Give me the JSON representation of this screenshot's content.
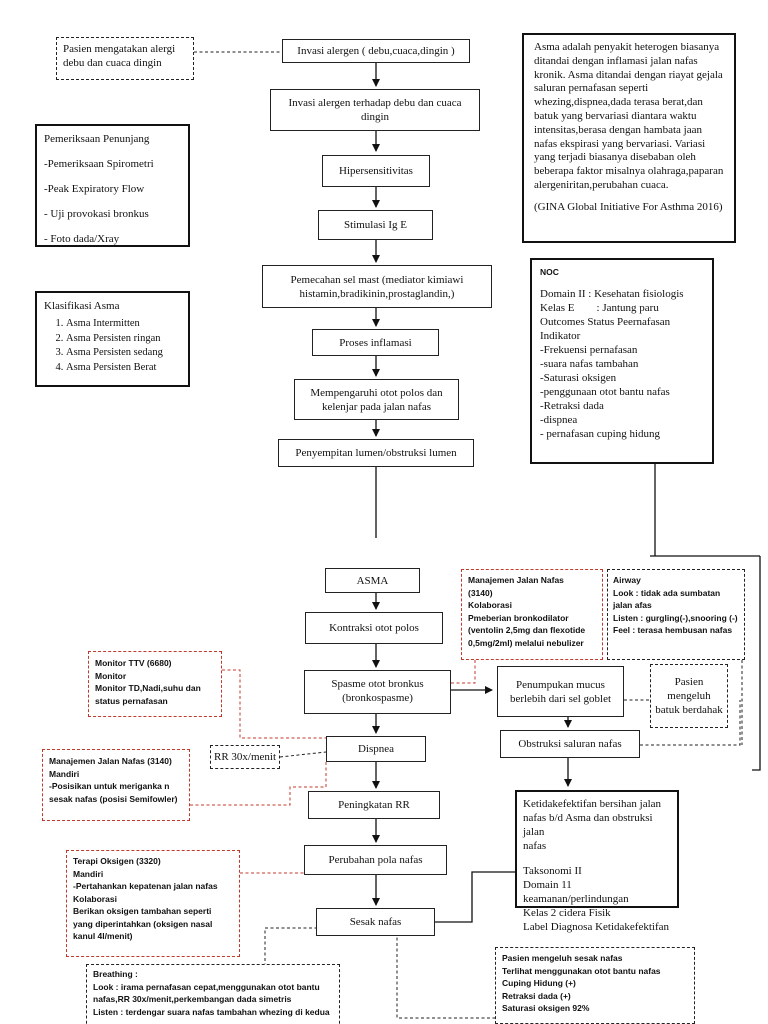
{
  "flow": {
    "invasi": "Invasi alergen ( debu,cuaca,dingin )",
    "invasi_terhadap": "Invasi alergen terhadap debu dan cuaca dingin",
    "hipersensitivitas": "Hipersensitivitas",
    "stimulasi": "Stimulasi Ig E",
    "pemecahan": "Pemecahan sel mast (mediator kimiawi histamin,bradikinin,prostaglandin,)",
    "inflamasi": "Proses inflamasi",
    "mempengaruhi": "Mempengaruhi otot polos dan kelenjar pada  jalan nafas",
    "penyempitan": "Penyempitan lumen/obstruksi lumen",
    "asma": "ASMA",
    "kontraksi": "Kontraksi otot polos",
    "spasme_1": "Spasme otot bronkus",
    "spasme_2": "(bronkospasme)",
    "dispnea": "Dispnea",
    "peningkatan": "Peningkatan RR",
    "perubahan": "Perubahan pola nafas",
    "sesak": "Sesak nafas",
    "penumpukan": "Penumpukan mucus berlebih dari sel goblet",
    "obstruksi": "Obstruksi saluran nafas"
  },
  "pasien_alergi": "Pasien mengatakan alergi debu dan cuaca dingin",
  "pemeriksaan": {
    "title": "Pemeriksaan Penunjang",
    "items": [
      "-Pemeriksaan Spirometri",
      "-Peak Expiratory Flow",
      "- Uji provokasi bronkus",
      "- Foto dada/Xray"
    ]
  },
  "klasifikasi": {
    "title": "Klasifikasi Asma",
    "items": [
      "Asma Intermitten",
      "Asma Persisten ringan",
      "Asma Persisten sedang",
      "Asma Persisten Berat"
    ]
  },
  "definisi": {
    "text": "Asma adalah penyakit heterogen biasanya ditandai dengan inflamasi jalan nafas kronik. Asma ditandai dengan riayat gejala saluran pernafasan seperti whezing,dispnea,dada terasa berat,dan batuk yang bervariasi diantara waktu intensitas,berasa dengan hambata jaan nafas ekspirasi yang bervariasi. Variasi yang terjadi biasanya disebaban oleh beberapa faktor misalnya olahraga,paparan alergeniritan,perubahan cuaca.",
    "source": "(GINA Global Initiative For Asthma 2016)"
  },
  "noc": {
    "title": "NOC",
    "lines": [
      "Domain II : Kesehatan fisiologis",
      "Kelas E        : Jantung paru",
      "Outcomes Status Peernafasan",
      "Indikator",
      "-Frekuensi pernafasan",
      "-suara nafas tambahan",
      "-Saturasi oksigen",
      "-penggunaan otot bantu nafas",
      "-Retraksi dada",
      "-dispnea",
      "- pernafasan cuping hidung"
    ]
  },
  "manajemen_jalan_nafas": [
    "Manajemen Jalan Nafas",
    "(3140)",
    "Kolaborasi",
    "Pmeberian bronkodilator",
    "(ventolin 2,5mg dan flexotide",
    "0,5mg/2ml) melalui nebulizer"
  ],
  "airway": [
    "Airway",
    "Look : tidak ada sumbatan",
    "jalan afas",
    "Listen : gurgling(-),snooring (-)",
    "Feel : terasa hembusan nafas"
  ],
  "pasien_batuk": "Pasien mengeluh batuk berdahak",
  "monitor_ttv": [
    "Monitor TTV (6680)",
    "Monitor",
    "Monitor TD,Nadi,suhu dan",
    "status pernafasan"
  ],
  "rr": "RR 30x/menit",
  "manajemen_mandiri": [
    "Manajemen Jalan Nafas (3140)",
    "Mandiri",
    "-Posisikan untuk meriganka n",
    "sesak nafas (posisi Semifowler)"
  ],
  "diagnosa": {
    "lines_top": [
      "Ketidakefektifan bersihan jalan",
      "nafas b/d Asma dan obstruksi jalan",
      "nafas"
    ],
    "lines_bottom": [
      "Taksonomi II",
      "Domain 11 keamanan/perlindungan",
      "Kelas 2 cidera Fisik",
      "Label Diagnosa Ketidakefektifan"
    ]
  },
  "terapi_oksigen": [
    "Terapi Oksigen (3320)",
    "Mandiri",
    "-Pertahankan kepatenan jalan nafas",
    "Kolaborasi",
    "Berikan oksigen tambahan seperti",
    "yang diperintahkan (oksigen nasal",
    "kanul 4l/menit)"
  ],
  "breathing": [
    "Breathing :",
    "Look : irama pernafasan cepat,menggunakan otot bantu",
    "nafas,RR 30x/menit,perkembangan dada simetris",
    "Listen : terdengar suara nafas tambahan whezing di kedua"
  ],
  "pasien_sesak": [
    "Pasien mengeluh sesak nafas",
    "Terlihat menggunakan otot bantu nafas",
    "Cuping Hidung (+)",
    "Retraksi dada (+)",
    "Saturasi oksigen 92%"
  ]
}
